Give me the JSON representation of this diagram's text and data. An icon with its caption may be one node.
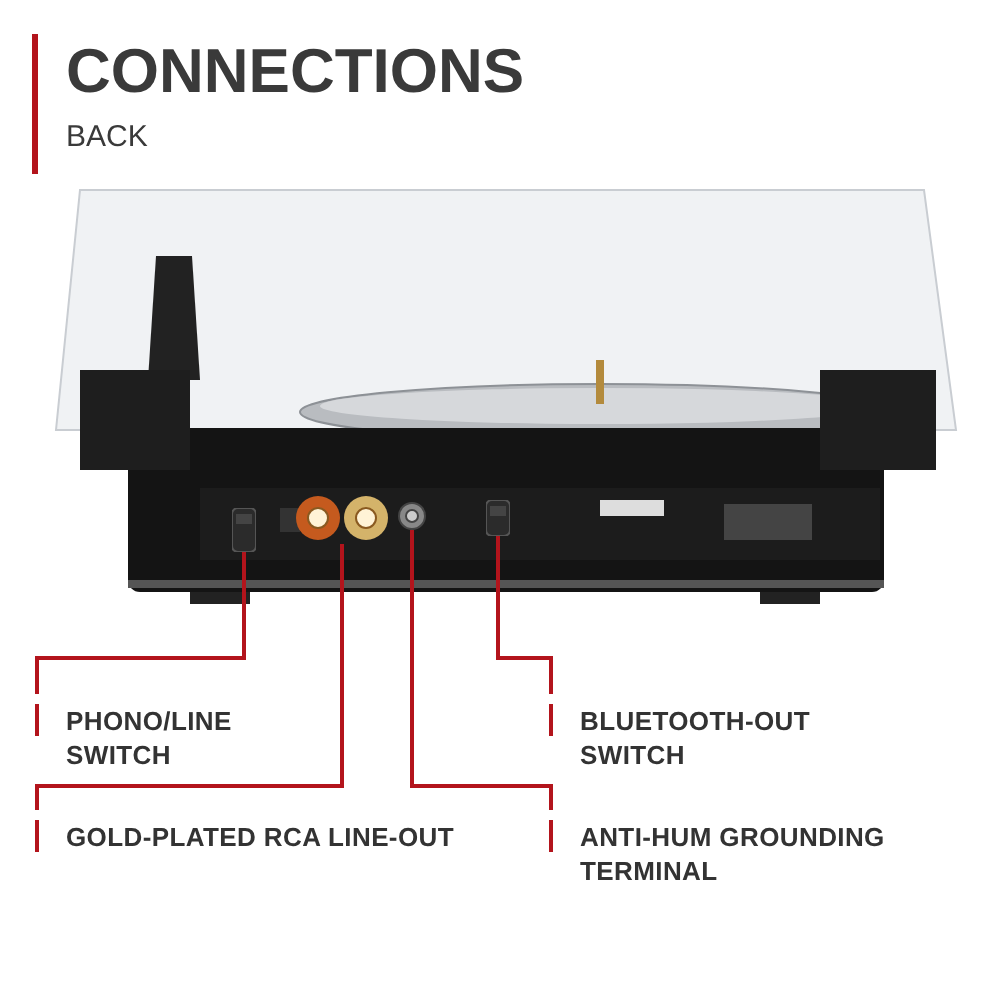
{
  "diagram": {
    "title": "CONNECTIONS",
    "nodes": [
      {
        "text": [],
        "shape": "box"
      },
      {
        "text": [],
        "shape": "circle"
      },
      {
        "text": [],
        "shape": "circle"
      },
      {
        "text": [],
        "shape": "box"
      },
      {
        "text": [
          "PHONO/LINE SWITCH"
        ]
      },
      {
        "text": [
          "BLUETOOTH-OUT SWITCH"
        ]
      },
      {
        "text": [
          "GOLD-PLATED RCA LINE-OUT"
        ]
      },
      {
        "text": [
          "ANTI-HUM GROUNDING TERMINAL"
        ]
      }
    ],
    "edges": [
      {
        "from": 4,
        "to": 0,
        "arrow": "none"
      },
      {
        "from": 5,
        "to": 3,
        "arrow": "none"
      },
      {
        "from": 6,
        "to": 1,
        "arrow": "none"
      },
      {
        "from": 7,
        "to": 2,
        "arrow": "none"
      }
    ],
    "labels": [
      "BACK"
    ]
  }
}
